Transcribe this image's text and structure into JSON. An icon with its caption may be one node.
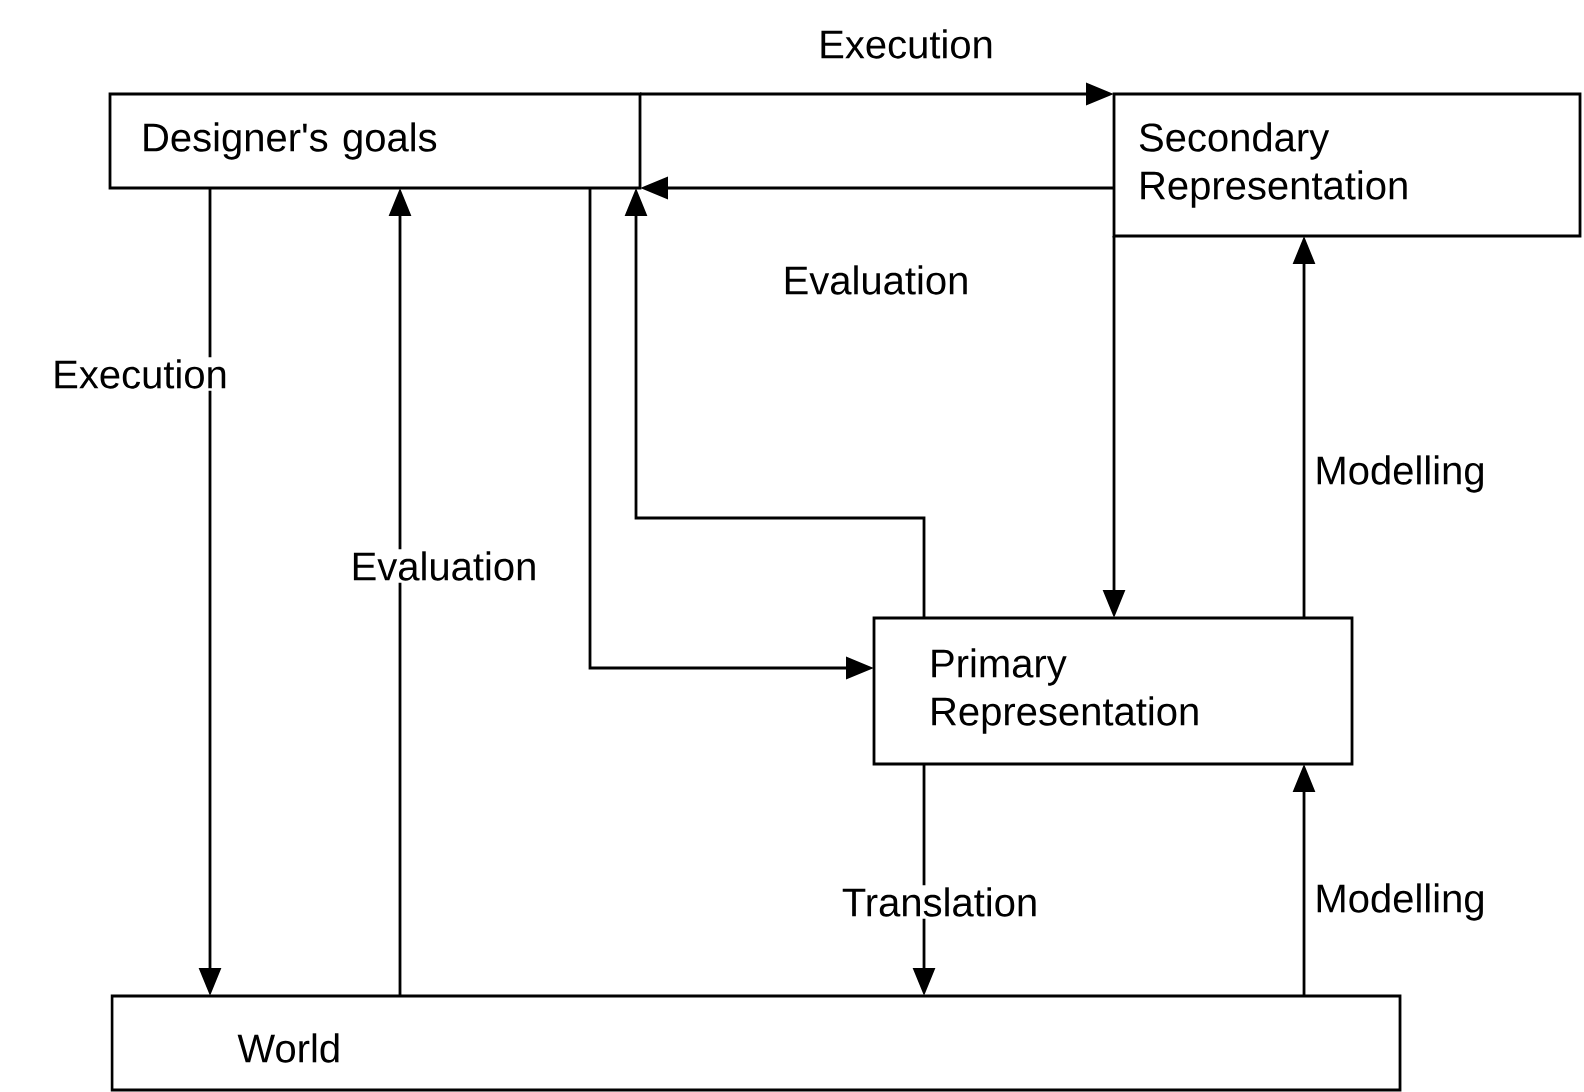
{
  "diagram": {
    "nodes": [
      {
        "text": [
          "Designer's goals"
        ]
      },
      {
        "text": [
          "Secondary Representation"
        ]
      },
      {
        "text": [
          "Primary Representation"
        ]
      },
      {
        "text": [
          "World"
        ]
      }
    ],
    "edges": [
      {
        "from": 0,
        "to": 1,
        "arrow": "to",
        "label": "Execution"
      },
      {
        "from": 1,
        "to": 0,
        "arrow": "to",
        "label": "Evaluation"
      },
      {
        "from": 1,
        "to": 2,
        "arrow": "to"
      },
      {
        "from": 2,
        "to": 0,
        "arrow": "to"
      },
      {
        "from": 0,
        "to": 2,
        "arrow": "to"
      },
      {
        "from": 2,
        "to": 1,
        "arrow": "to",
        "label": "Modelling"
      },
      {
        "from": 0,
        "to": 3,
        "arrow": "to",
        "label": "Execution"
      },
      {
        "from": 3,
        "to": 0,
        "arrow": "to",
        "label": "Evaluation"
      },
      {
        "from": 2,
        "to": 3,
        "arrow": "to",
        "label": "Translation"
      },
      {
        "from": 3,
        "to": 2,
        "arrow": "to",
        "label": "Modelling"
      }
    ]
  }
}
